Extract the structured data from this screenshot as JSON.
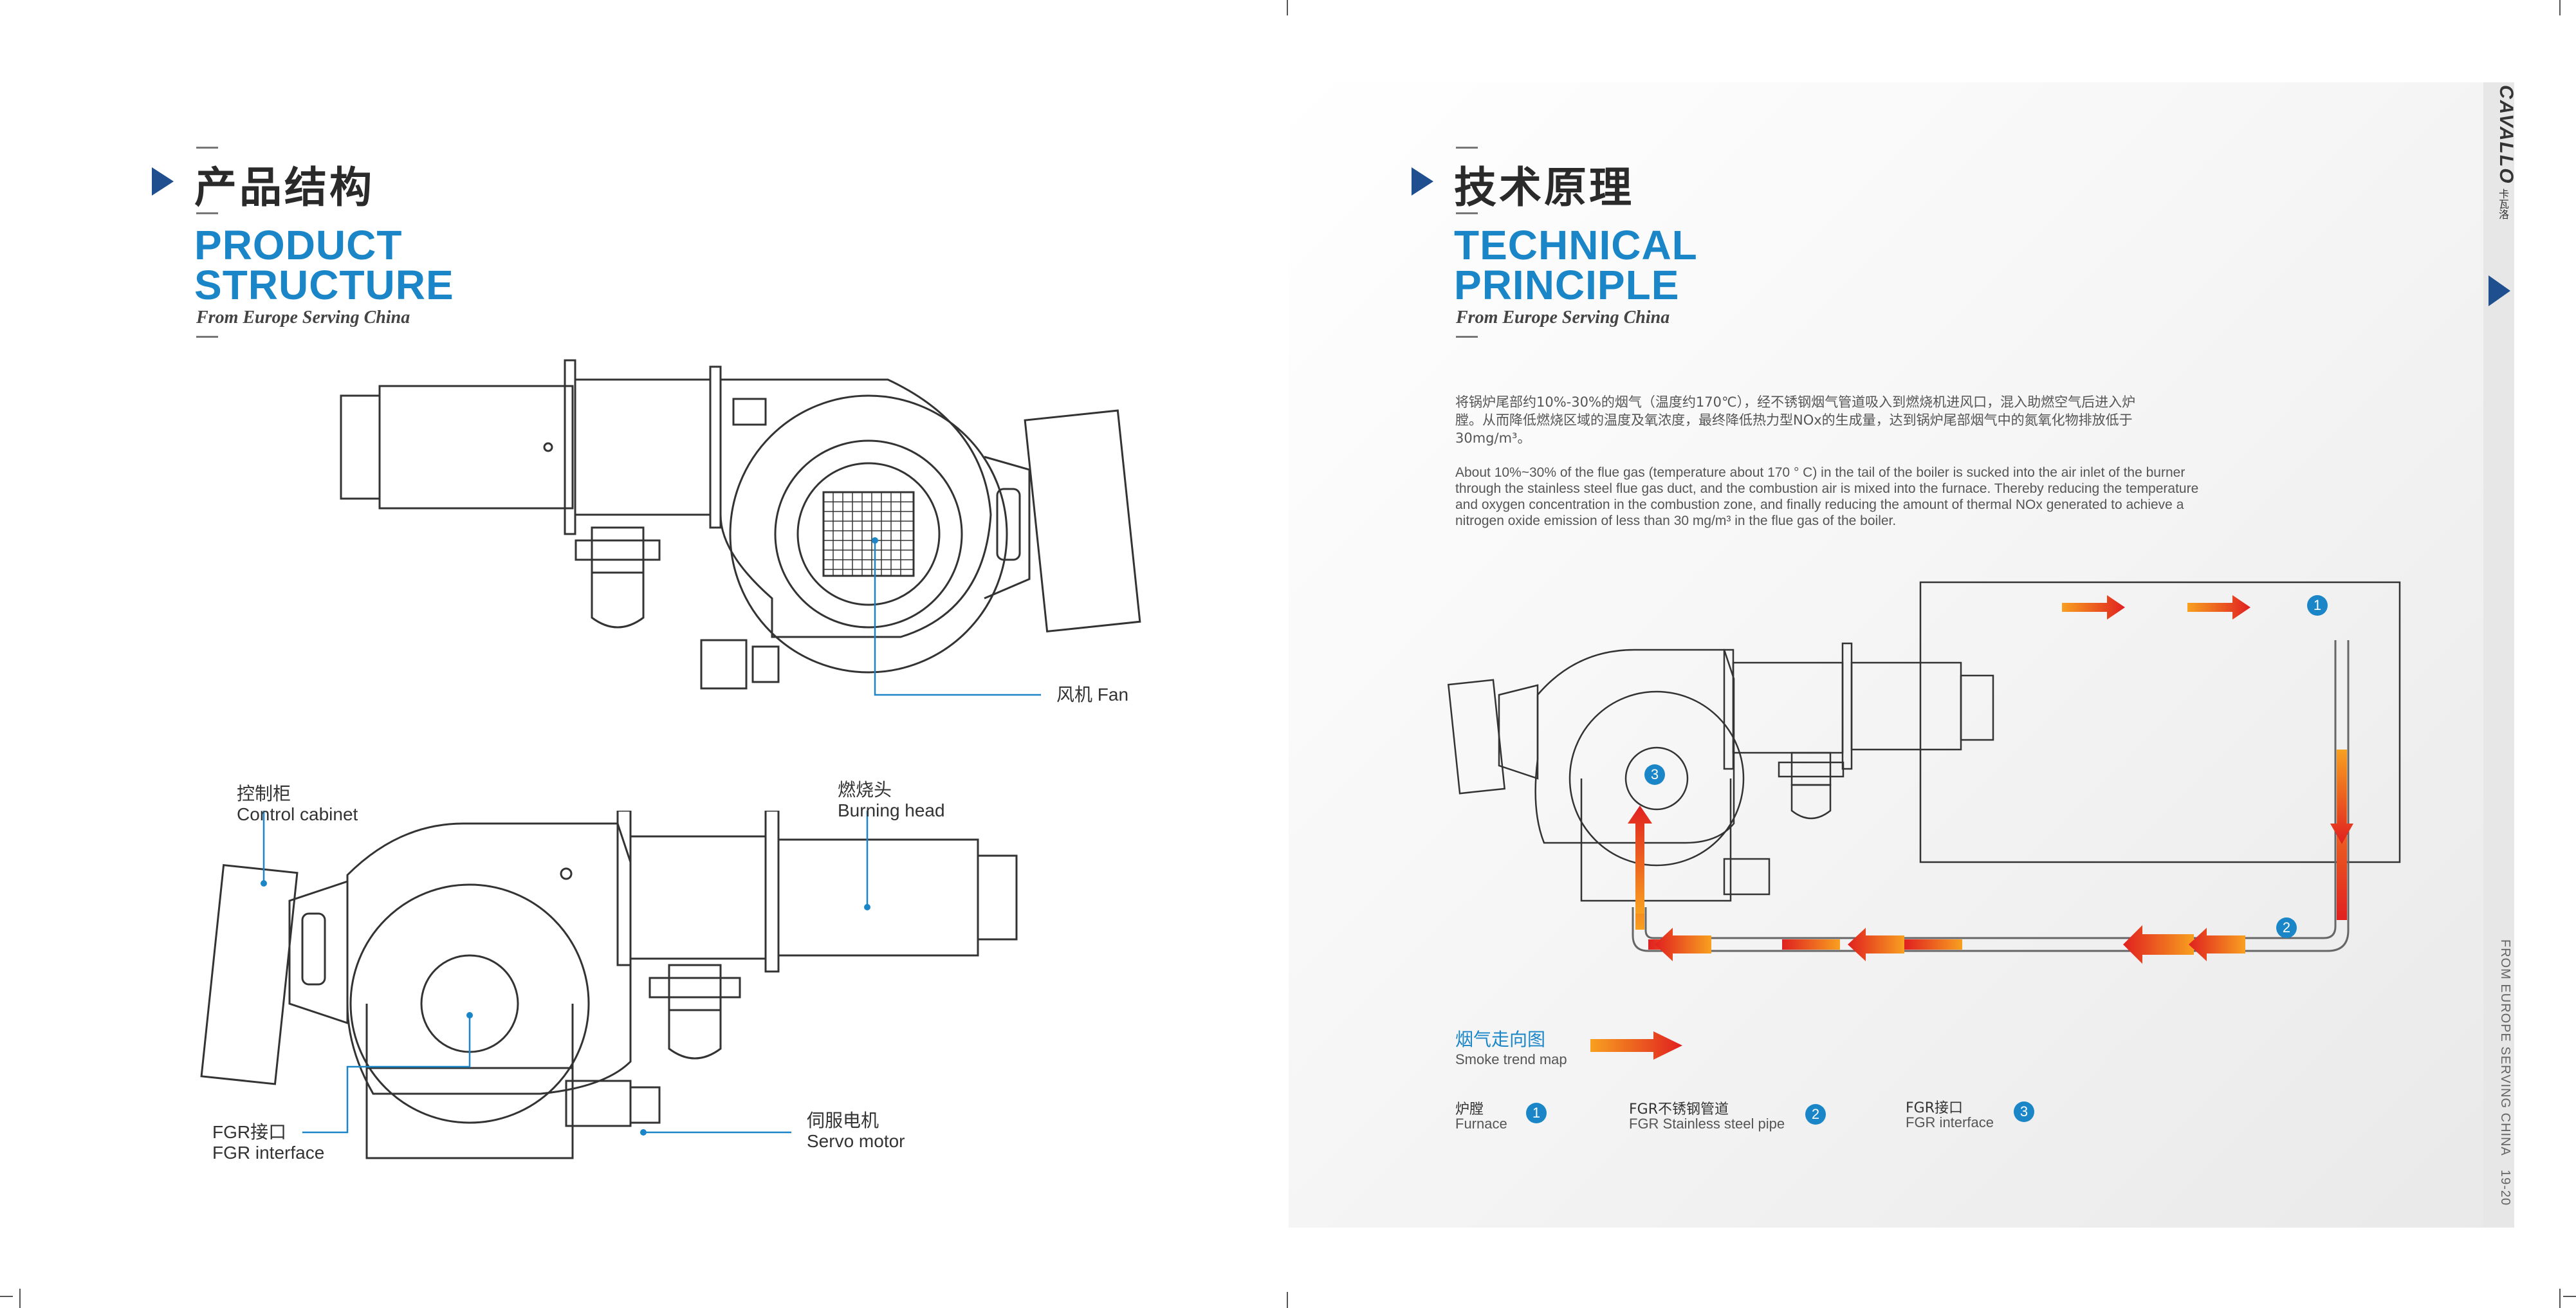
{
  "left": {
    "title_zh": "产品结构",
    "title_en_line1": "PRODUCT",
    "title_en_line2": "STRUCTURE",
    "subtitle": "From Europe Serving China",
    "labels": {
      "fan": "风机 Fan",
      "control_cabinet_zh": "控制柜",
      "control_cabinet_en": "Control cabinet",
      "burning_head_zh": "燃烧头",
      "burning_head_en": "Burning head",
      "fgr_zh": "FGR接口",
      "fgr_en": "FGR interface",
      "servo_zh": "伺服电机",
      "servo_en": "Servo motor"
    }
  },
  "right": {
    "title_zh": "技术原理",
    "title_en_line1": "TECHNICAL",
    "title_en_line2": "PRINCIPLE",
    "subtitle": "From Europe Serving China",
    "para_zh_1": "将锅炉尾部约10%-30%的烟气（温度约170℃），经不锈钢烟气管道吸入到燃烧机进风口，混入助燃空气后进入炉",
    "para_zh_2": "膛。从而降低燃烧区域的温度及氧浓度，最终降低热力型NOx的生成量，达到锅炉尾部烟气中的氮氧化物排放低于",
    "para_zh_3": "30mg/m³。",
    "para_en_1": "About 10%~30% of the flue gas (temperature about 170 °  C) in the tail of the boiler is sucked into the air inlet of the burner",
    "para_en_2": "through the stainless steel flue gas duct, and the combustion air is mixed into the furnace. Thereby reducing the temperature",
    "para_en_3": "and oxygen concentration in the combustion zone, and finally reducing the amount of thermal NOx generated to achieve a",
    "para_en_4": "nitrogen oxide emission of less than 30 mg/m³ in the flue gas of the boiler.",
    "badges": [
      "1",
      "2",
      "3"
    ],
    "smoke_map_zh": "烟气走向图",
    "smoke_map_en": "Smoke trend map",
    "legend": [
      {
        "zh": "炉膛",
        "en": "Furnace",
        "num": "1"
      },
      {
        "zh": "FGR不锈钢管道",
        "en": "FGR Stainless steel pipe",
        "num": "2"
      },
      {
        "zh": "FGR接口",
        "en": "FGR interface",
        "num": "3"
      }
    ],
    "brand": "CAVALLO",
    "brand_zh": "卡瓦洛",
    "side_text": "FROM EUROPE SERVING CHINA",
    "page_numbers": "19-20"
  },
  "colors": {
    "accent_blue": "#1a86c8",
    "arrow_orange": "#f47a20",
    "arrow_red": "#e02020",
    "section_arrow": "#1f4f8f"
  }
}
